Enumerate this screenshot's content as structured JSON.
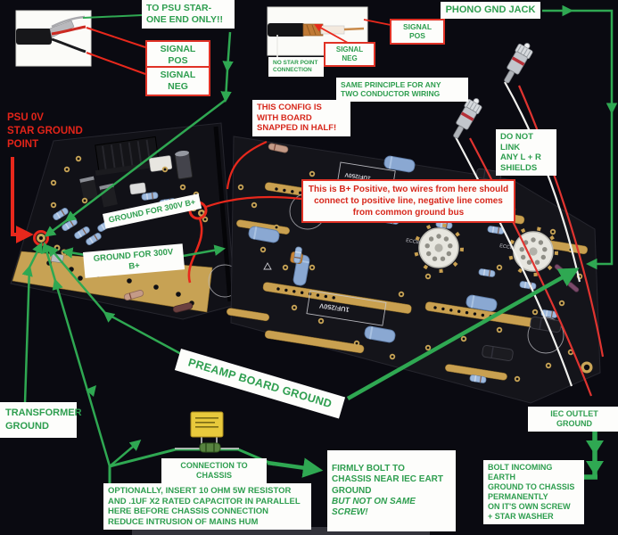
{
  "colors": {
    "background": "#0a0a11",
    "annotation_green": "#2fa852",
    "annotation_red": "#e8281c",
    "label_box": "#ffffff",
    "pcb_black": "#14141a",
    "pcb_gold": "#c9a050"
  },
  "annotations": {
    "to_psu_star": "TO PSU STAR-\nONE END ONLY!!",
    "signal_pos": "SIGNAL POS",
    "signal_neg": "SIGNAL NEG",
    "no_star_point": "NO STAR POINT\nCONNECTION",
    "same_principle": "SAME PRINCIPLE FOR ANY\nTWO CONDUCTOR WIRING",
    "phono_gnd_jack": "PHONO GND JACK",
    "do_not_link": "DO NOT\nLINK\nANY L + R\nSHIELDS",
    "psu_0v_star": "PSU 0V\nSTAR GROUND\nPOINT",
    "this_config": "THIS CONFIG IS\nWITH BOARD\nSNAPPED IN HALF!",
    "ground_300v": "GROUND FOR 300V B+",
    "b_plus_note": "This is B+ Positive, two wires from here should\nconnect to positive line, negative line comes\nfrom common ground bus",
    "preamp_board_ground": "PREAMP BOARD GROUND",
    "transformer_ground": "TRANSFORMER\nGROUND",
    "connection_to_chassis": "CONNECTION TO CHASSIS",
    "optional_note": "OPTIONALLY, INSERT 10 OHM 5W RESISTOR\nAND .1UF X2 RATED CAPACITOR IN PARALLEL\nHERE BEFORE CHASSIS CONNECTION\nREDUCE INTRUSION OF MAINS HUM",
    "firmly_bolt_main": "FIRMLY BOLT TO\nCHASSIS NEAR IEC EART\nGROUND",
    "firmly_bolt_em": "BUT NOT ON SAME SCREW!",
    "iec_outlet_ground": "IEC OUTLET GROUND",
    "bolt_incoming": "BOLT INCOMING EARTH\nGROUND TO CHASSIS\nPERMANENTLY\nON IT'S OWN SCREW\n+ STAR WASHER"
  },
  "board_silkscreen": {
    "cap_marking": "1UF/250V",
    "tube_marking": "ECC83"
  }
}
